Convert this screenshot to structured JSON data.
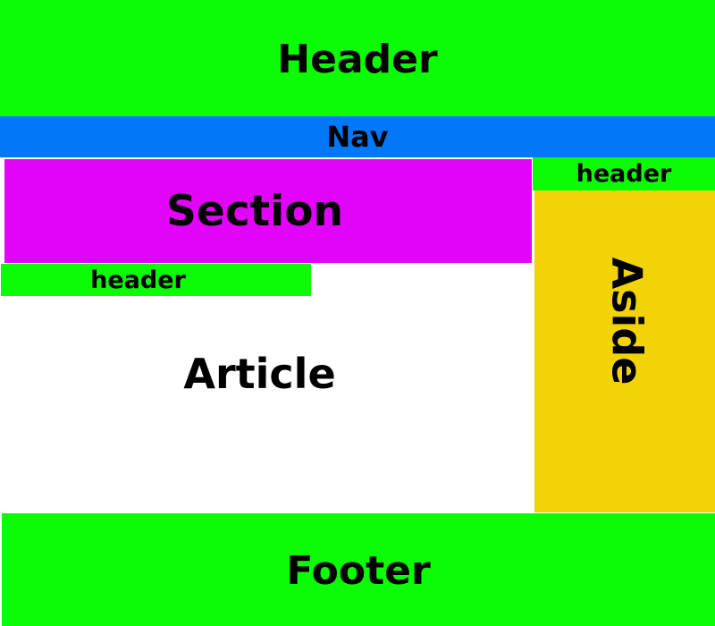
{
  "colors": {
    "header": "#0cfc06",
    "nav": "#0277f8",
    "section": "#e104f8",
    "aside": "#f2d406",
    "article": "#ffffff",
    "footer": "#0cfc06"
  },
  "blocks": {
    "header": "Header",
    "nav": "Nav",
    "section": "Section",
    "article_header": "header",
    "article": "Article",
    "aside_header": "header",
    "aside": "Aside",
    "footer": "Footer"
  }
}
